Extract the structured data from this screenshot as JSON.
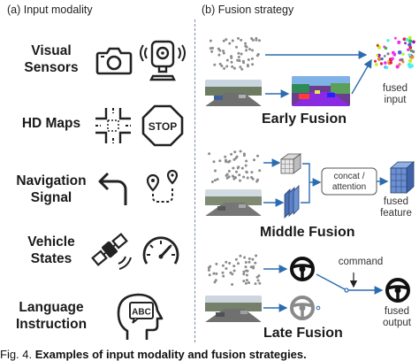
{
  "panel_left": {
    "title": "(a) Input modality",
    "modalities": [
      {
        "label": "Visual\nSensors",
        "icons": [
          "camera-icon",
          "webcam-icon"
        ]
      },
      {
        "label": "HD Maps",
        "icons": [
          "intersection-map-icon",
          "stop-sign-icon"
        ]
      },
      {
        "label": "Navigation\nSignal",
        "icons": [
          "turn-left-arrow-icon",
          "route-pin-icon"
        ]
      },
      {
        "label": "Vehicle\nStates",
        "icons": [
          "satellite-icon",
          "speedometer-icon"
        ]
      },
      {
        "label": "Language\nInstruction",
        "icons": [
          "head-speech-icon"
        ]
      }
    ],
    "stop_sign_text": "STOP",
    "speech_text": "ABC"
  },
  "panel_right": {
    "title": "(b) Fusion strategy",
    "early": {
      "title": "Early Fusion",
      "output": "fused\ninput"
    },
    "middle": {
      "title": "Middle Fusion",
      "box": "concat /\nattention",
      "output": "fused\nfeature"
    },
    "late": {
      "title": "Late Fusion",
      "command": "command",
      "output": "fused\noutput"
    }
  },
  "caption": {
    "prefix": "Fig. 4.",
    "text": "Examples of input modality and fusion strategies."
  },
  "colors": {
    "accent_blue": "#2b6cb0",
    "divider": "#7a8aa8",
    "icon_dark": "#222222"
  }
}
